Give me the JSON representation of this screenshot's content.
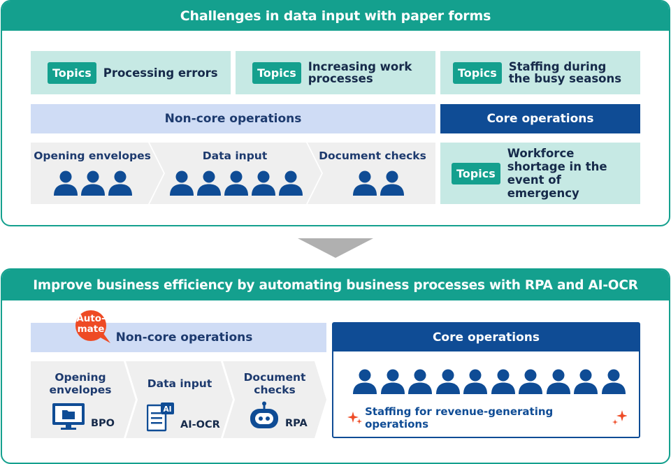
{
  "challenges": {
    "title": "Challenges in data input with paper forms",
    "topic_tag": "Topics",
    "topics": [
      "Processing errors",
      "Increasing work processes",
      "Staffing during the busy seasons"
    ],
    "emergency_topic": "Workforce shortage in the event of emergency",
    "noncore_label": "Non-core operations",
    "core_label": "Core operations",
    "steps": [
      {
        "label": "Opening envelopes",
        "people": 3
      },
      {
        "label": "Data input",
        "people": 5
      },
      {
        "label": "Document checks",
        "people": 2
      }
    ]
  },
  "solution": {
    "title": "Improve business efficiency by automating business processes with RPA and AI-OCR",
    "automate_badge": [
      "Auto-",
      "mate"
    ],
    "noncore_label": "Non-core operations",
    "core_label": "Core operations",
    "steps": [
      {
        "label": "Opening envelopes",
        "tool": "BPO",
        "icon": "monitor-folder-icon"
      },
      {
        "label": "Data input",
        "tool": "AI-OCR",
        "icon": "ai-document-icon"
      },
      {
        "label": "Document checks",
        "tool": "RPA",
        "icon": "robot-icon"
      }
    ],
    "core_people": 10,
    "core_caption": "Staffing for revenue-generating operations"
  },
  "colors": {
    "teal": "#14a08e",
    "topic_bg": "#c6e9e4",
    "navy": "#0f4c95",
    "light_blue": "#cfdcf5",
    "accent_red": "#ee4a24"
  }
}
